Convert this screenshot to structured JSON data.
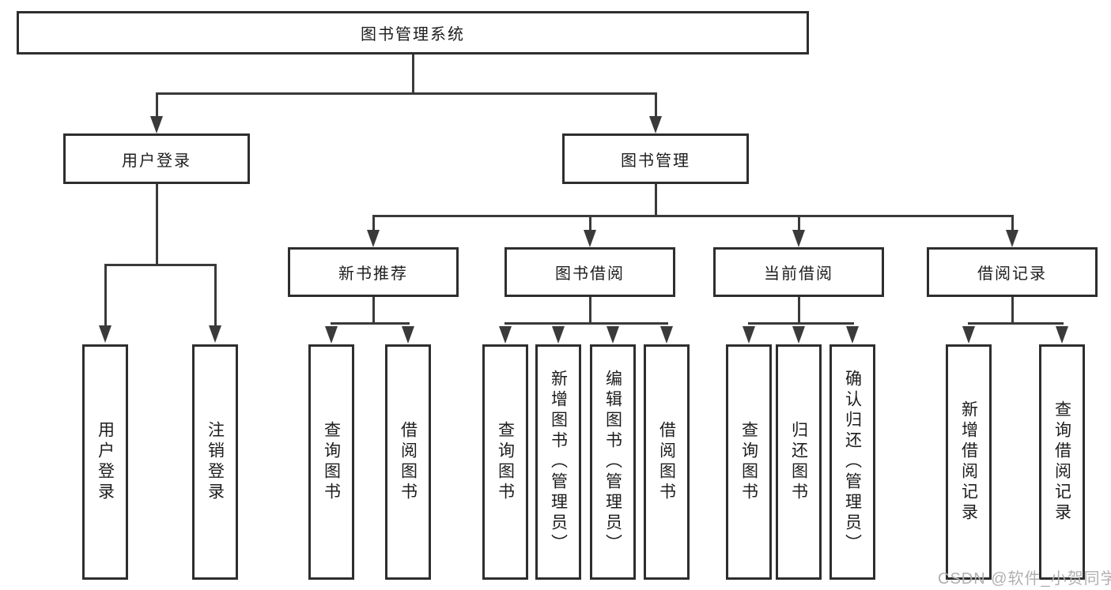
{
  "diagram": {
    "title": "图书管理系统",
    "nodes": {
      "root": {
        "label": "图书管理系统"
      },
      "level1": {
        "user_login": {
          "label": "用户登录"
        },
        "book_mgmt": {
          "label": "图书管理"
        }
      },
      "level2": {
        "new_book_rec": {
          "label": "新书推荐"
        },
        "book_borrow": {
          "label": "图书借阅"
        },
        "current_borrow": {
          "label": "当前借阅"
        },
        "borrow_record": {
          "label": "借阅记录"
        }
      },
      "leaves": {
        "user_login_leaf": {
          "label": "用户登录"
        },
        "logout": {
          "label": "注销登录"
        },
        "nbr_query_book": {
          "label": "查询图书"
        },
        "nbr_borrow_book": {
          "label": "借阅图书"
        },
        "bb_query_book": {
          "label": "查询图书"
        },
        "bb_add_book": {
          "label": "新增图书（管理员）"
        },
        "bb_edit_book": {
          "label": "编辑图书（管理员）"
        },
        "bb_borrow_book": {
          "label": "借阅图书"
        },
        "cb_query_book": {
          "label": "查询图书"
        },
        "cb_return_book": {
          "label": "归还图书"
        },
        "cb_confirm_return": {
          "label": "确认归还（管理员）"
        },
        "br_add_record": {
          "label": "新增借阅记录"
        },
        "br_query_record": {
          "label": "查询借阅记录"
        }
      }
    },
    "colors": {
      "line": "#3a3a3a",
      "box_border": "#2e2e2e",
      "text": "#1d1d1d",
      "watermark": "#b0b0b0",
      "background": "#ffffff"
    }
  },
  "watermark": {
    "text": "CSDN @软件_小贺同学"
  }
}
